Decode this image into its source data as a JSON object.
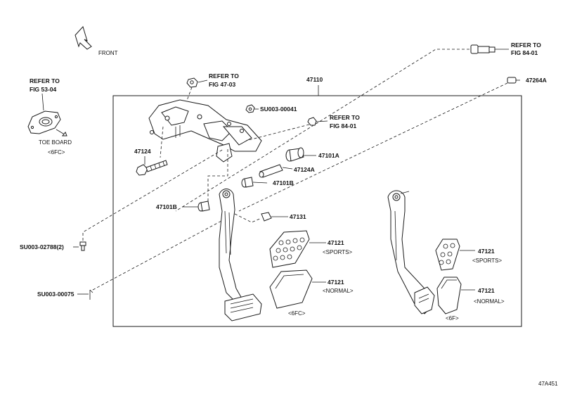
{
  "labels": {
    "front": "FRONT",
    "ref_53_04_a": "REFER TO",
    "ref_53_04_b": "FIG 53-04",
    "toe_board": "TOE BOARD",
    "toe_board_variant": "<6FC>",
    "ref_47_03_a": "REFER TO",
    "ref_47_03_b": "FIG 47-03",
    "ref_84_01_top_a": "REFER TO",
    "ref_84_01_top_b": "FIG 84-01",
    "ref_84_01_mid_a": "REFER TO",
    "ref_84_01_mid_b": "FIG 84-01",
    "p47110": "47110",
    "p47264A": "47264A",
    "pSU00041": "SU003-00041",
    "p47124": "47124",
    "p47101A": "47101A",
    "p47124A": "47124A",
    "p47101B_right": "47101B",
    "p47101B_left": "47101B",
    "p47131": "47131",
    "pSU02788": "SU003-02788(2)",
    "p47121_a": "47121",
    "p47121_a_variant": "<SPORTS>",
    "p47121_b": "47121",
    "p47121_b_variant": "<NORMAL>",
    "variant_6fc": "<6FC>",
    "p47121_c": "47121",
    "p47121_c_variant": "<SPORTS>",
    "p47121_d": "47121",
    "p47121_d_variant": "<NORMAL>",
    "variant_6f": "<6F>",
    "pSU00075": "SU003-00075",
    "diagram_id": "47A451"
  }
}
